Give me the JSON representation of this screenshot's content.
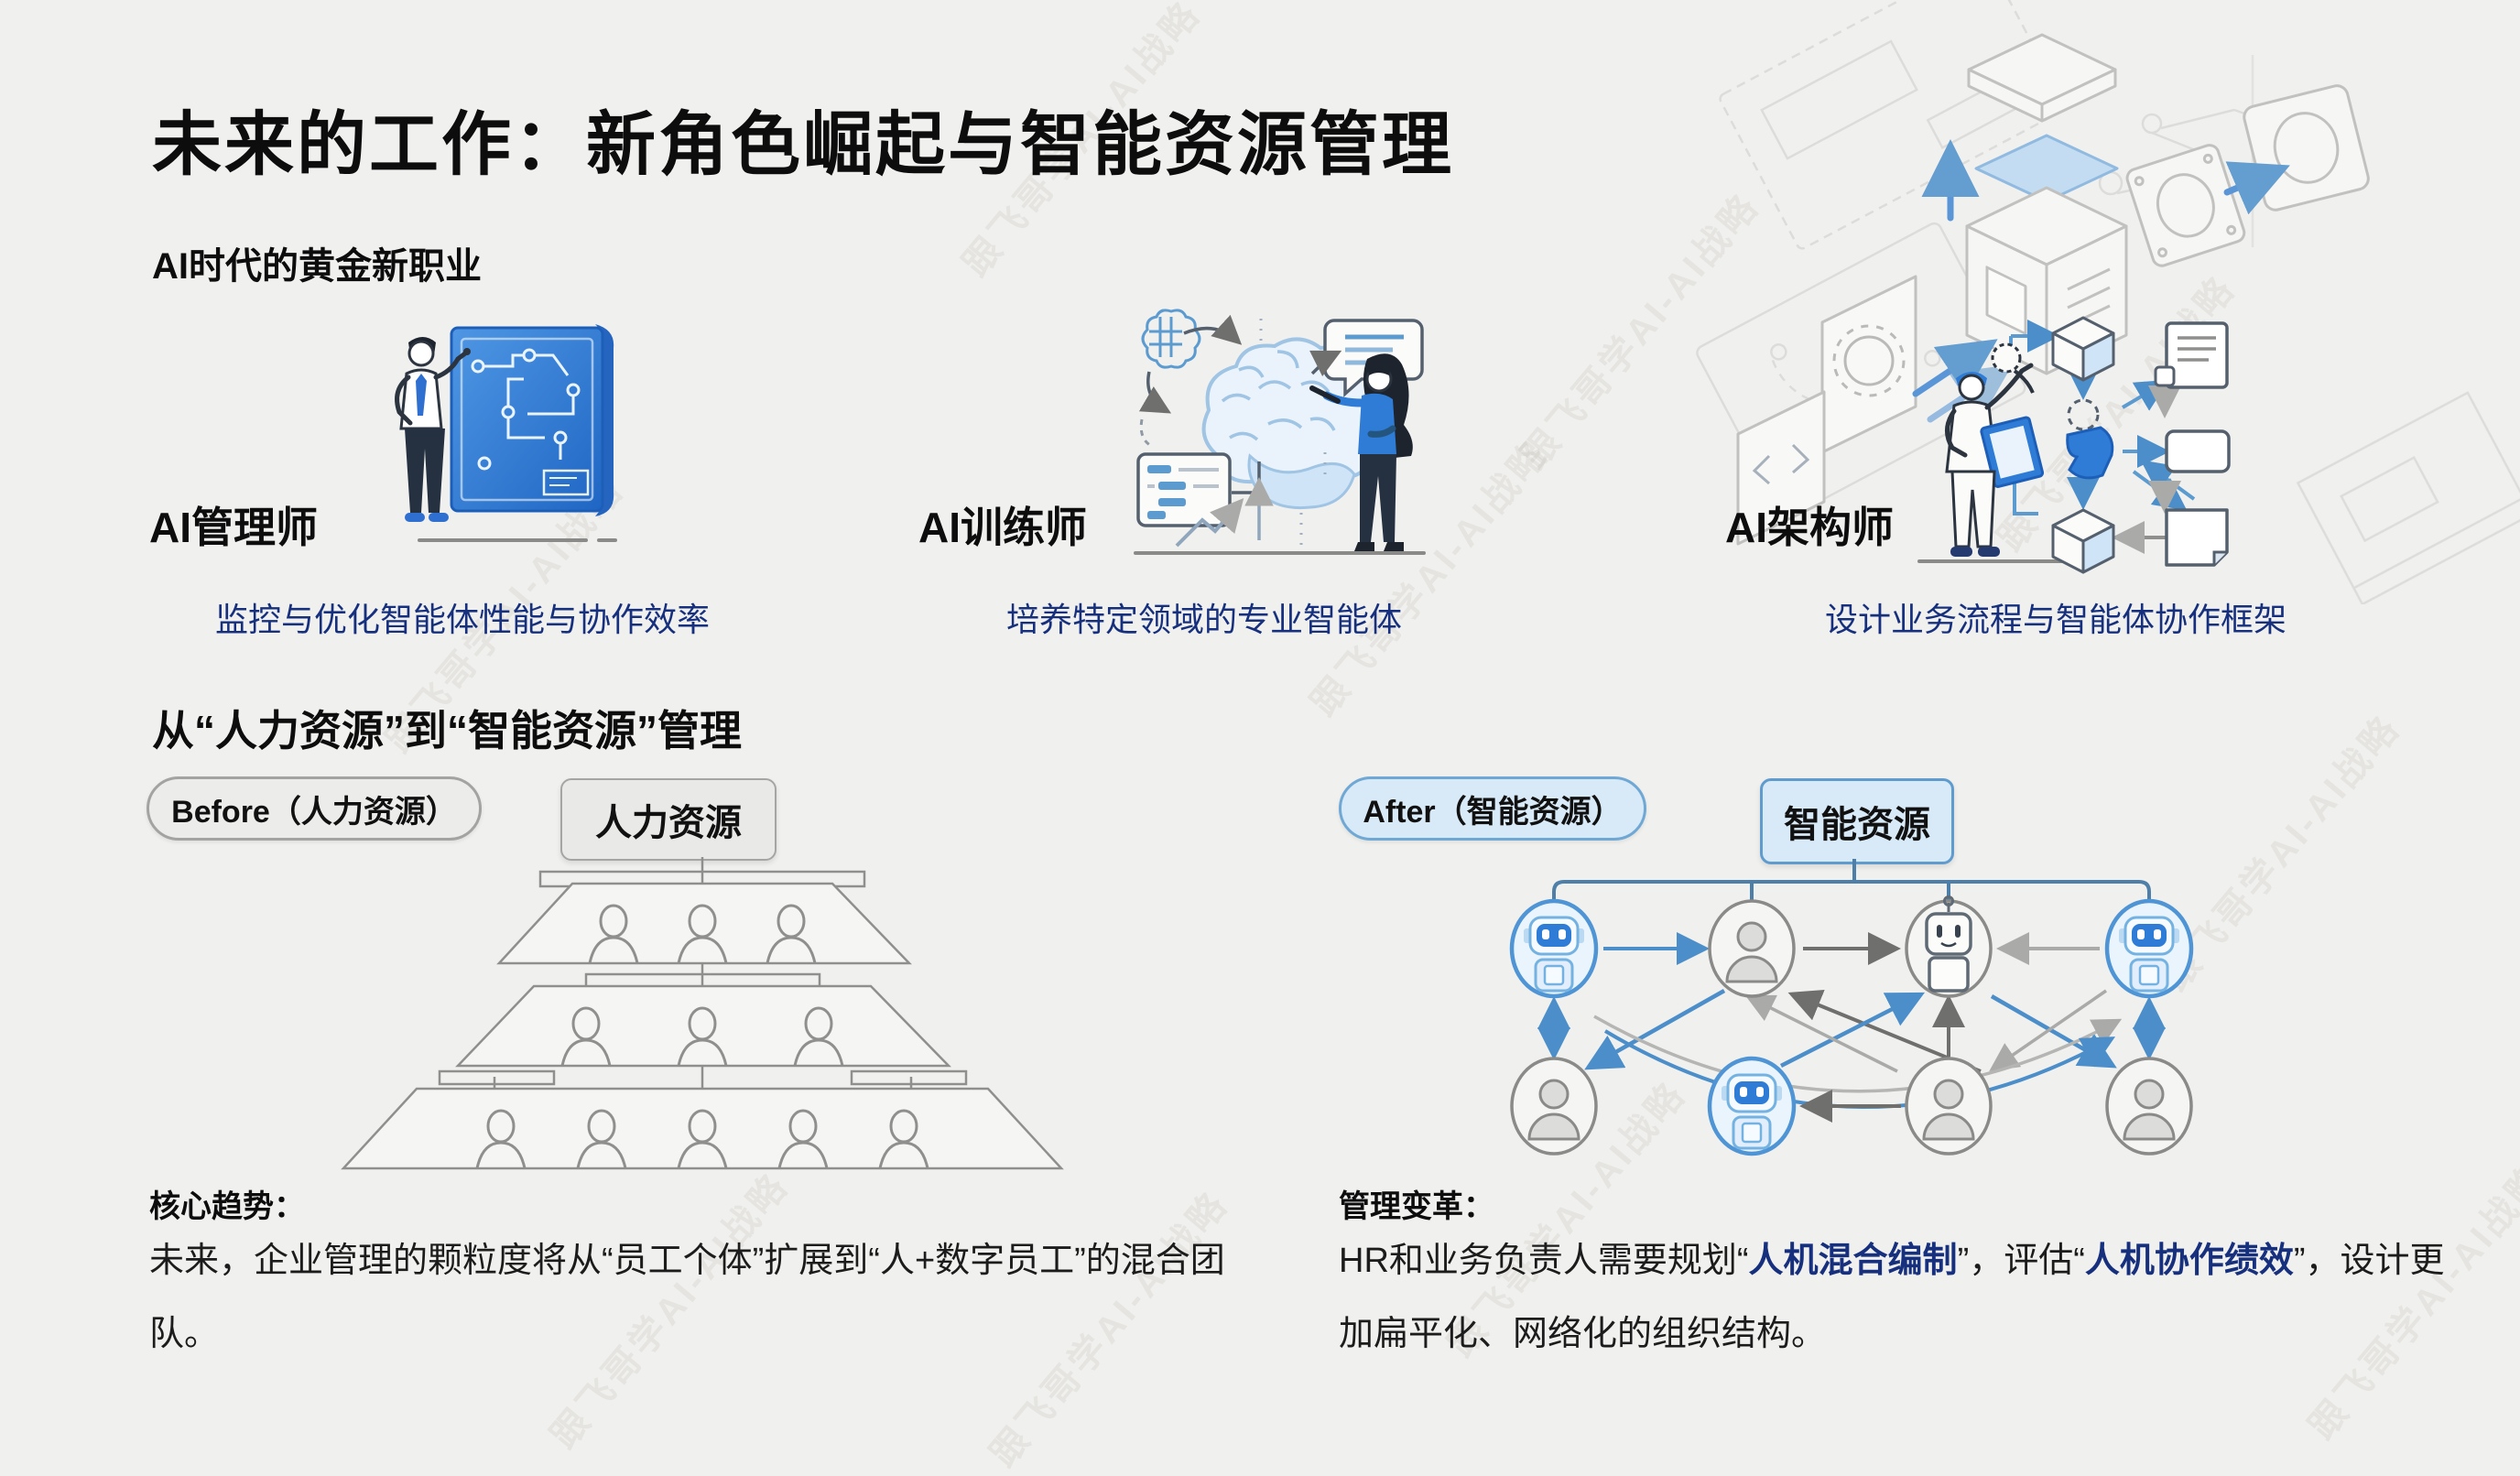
{
  "page": {
    "title": "未来的工作：新角色崛起与智能资源管理",
    "watermark": "跟飞哥学AI-AI战略"
  },
  "roles": {
    "heading": "AI时代的黄金新职业",
    "items": [
      {
        "title": "AI管理师",
        "desc": "监控与优化智能体性能与协作效率"
      },
      {
        "title": "AI训练师",
        "desc": "培养特定领域的专业智能体"
      },
      {
        "title": "AI架构师",
        "desc": "设计业务流程与智能体协作框架"
      }
    ]
  },
  "transition": {
    "heading": "从“人力资源”到“智能资源”管理",
    "before_pill": "Before（人力资源）",
    "after_pill": "After（智能资源）",
    "hr_box_label": "人力资源",
    "ir_box_label": "智能资源",
    "trend": {
      "heading": "核心趋势：",
      "text": "未来，企业管理的颗粒度将从“员工个体”扩展到“人+数字员工”的混合团队。"
    },
    "change": {
      "heading": "管理变革：",
      "p1": "HR和业务负责人需要规划“",
      "b1": "人机混合编制",
      "p2": "”，评估“",
      "b2": "人机协作绩效",
      "p3": "”，设计更加扁平化、网络化的组织结构。"
    }
  },
  "colors": {
    "background": "#f0f0ee",
    "accent_blue": "#2e7cd6",
    "navy_text": "#16307e",
    "diagram_gray": "#8a8a88",
    "after_fill": "#d8e9f7",
    "after_border": "#6fa8d4",
    "before_fill": "#ececea",
    "before_border": "#a3a3a1"
  }
}
